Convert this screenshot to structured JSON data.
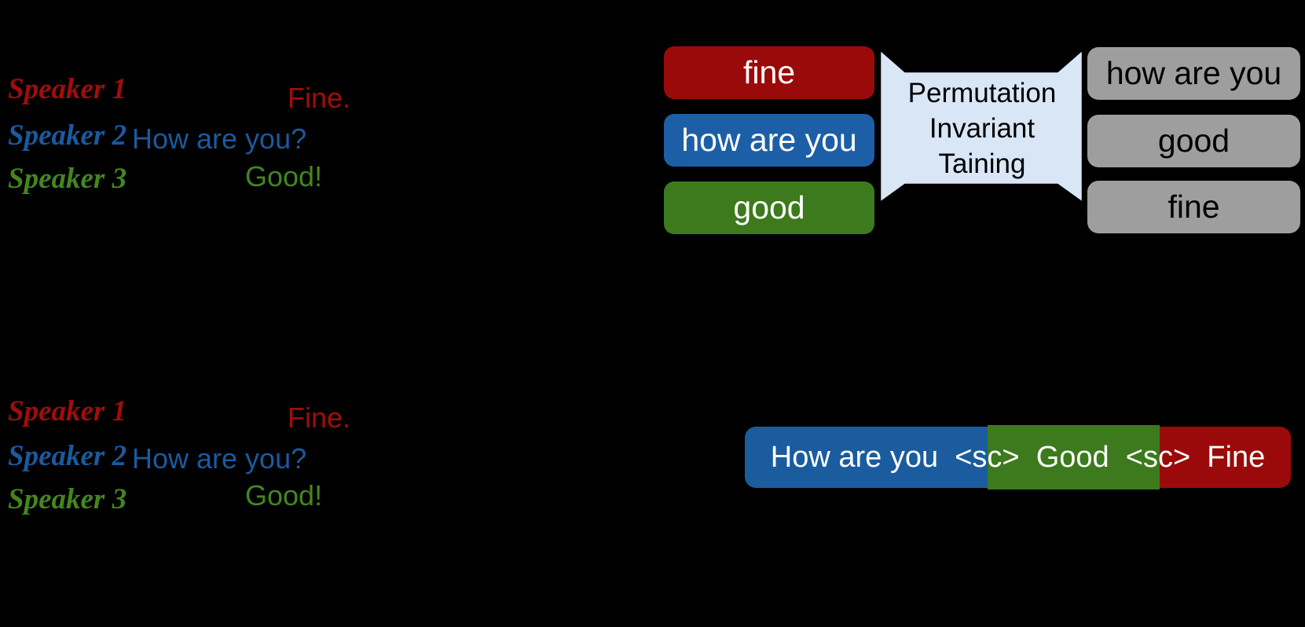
{
  "figure": {
    "background": "#000000",
    "palette": {
      "red": "#9b0a0a",
      "blue": "#1d5fa7",
      "green": "#3c7a1d",
      "gray": "#9e9e9e",
      "light_blue": "#d8e6f6",
      "white": "#ffffff",
      "black": "#000000"
    }
  },
  "top_section": {
    "transcript": {
      "rows": [
        {
          "speaker": "Speaker 1",
          "utterance": "Fine."
        },
        {
          "speaker": "Speaker 2",
          "utterance": "How are you?"
        },
        {
          "speaker": "Speaker 3",
          "utterance": "Good!"
        }
      ]
    },
    "hypotheses": [
      {
        "label": "fine",
        "color": "#9b0a0a"
      },
      {
        "label": "how are you",
        "color": "#1d5fa7"
      },
      {
        "label": "good",
        "color": "#3c7a1d"
      }
    ],
    "pit_block": {
      "line1": "Permutation",
      "line2": "Invariant",
      "line3": "Taining",
      "fill": "#d8e6f6"
    },
    "references": [
      {
        "label": "how are you",
        "color": "#9e9e9e"
      },
      {
        "label": "good",
        "color": "#9e9e9e"
      },
      {
        "label": "fine",
        "color": "#9e9e9e"
      }
    ]
  },
  "bottom_section": {
    "transcript": {
      "rows": [
        {
          "speaker": "Speaker 1",
          "utterance": "Fine."
        },
        {
          "speaker": "Speaker 2",
          "utterance": "How are you?"
        },
        {
          "speaker": "Speaker 3",
          "utterance": "Good!"
        }
      ]
    },
    "serialized_output": {
      "text": "How are you  <sc>  Good  <sc>  Fine",
      "segments": [
        {
          "color": "#1a5c9e"
        },
        {
          "color": "#3c7a1d"
        },
        {
          "color": "#9b0a0a"
        }
      ]
    }
  }
}
